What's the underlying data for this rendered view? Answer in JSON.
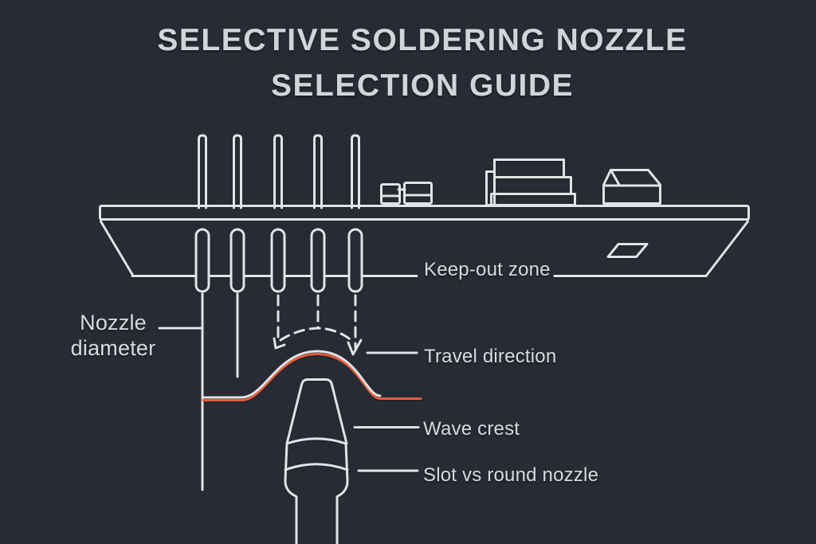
{
  "title": {
    "line1": "SELECTIVE SOLDERING NOZZLE",
    "line2": "SELECTION GUIDE"
  },
  "labels": {
    "keep_out_zone": "Keep-out zone",
    "travel_direction": "Travel direction",
    "wave_crest": "Wave crest",
    "slot_vs_round_nozzle": "Slot vs round nozzle",
    "nozzle_diameter": "Nozzle diameter"
  },
  "colors": {
    "background": "#272c34",
    "line": "#e1e3e5",
    "accent_orange": "#e65c3d",
    "label_text": "#d8dadc",
    "title_text": "#d2d5d7"
  }
}
